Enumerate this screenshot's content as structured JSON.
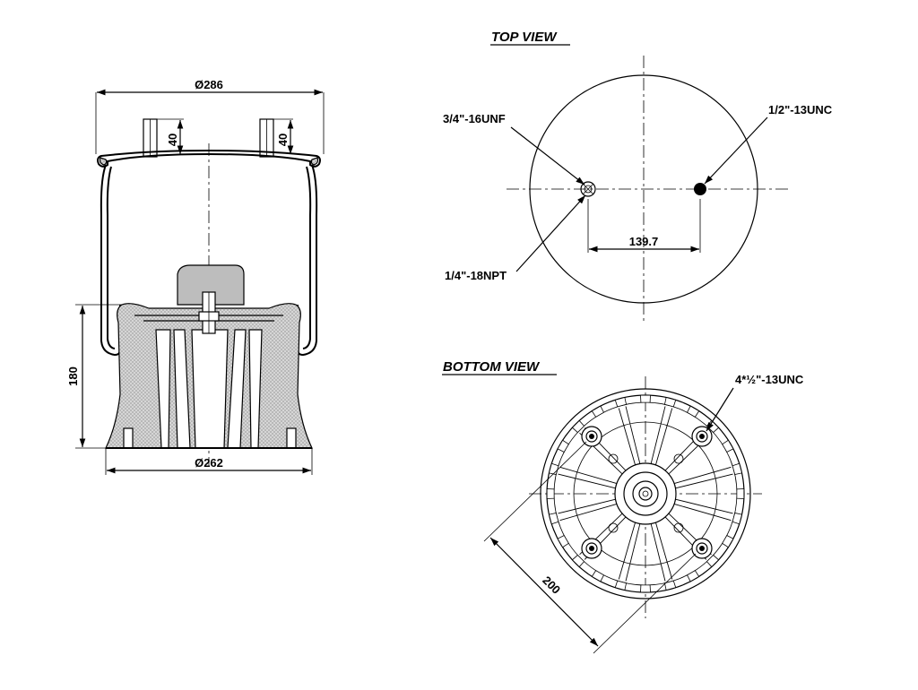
{
  "side_view": {
    "top_diameter": "Ø286",
    "bottom_diameter": "Ø262",
    "height": "180",
    "stud_height_left": "40",
    "stud_height_right": "40"
  },
  "top_view": {
    "title": "TOP VIEW",
    "air_fitting": "3/4\"-16UNF",
    "stud_thread": "1/2\"-13UNC",
    "port": "1/4\"-18NPT",
    "spacing": "139.7"
  },
  "bottom_view": {
    "title": "BOTTOM VIEW",
    "bolt_note": "4*½\"-13UNC",
    "bolt_circle": "200"
  }
}
